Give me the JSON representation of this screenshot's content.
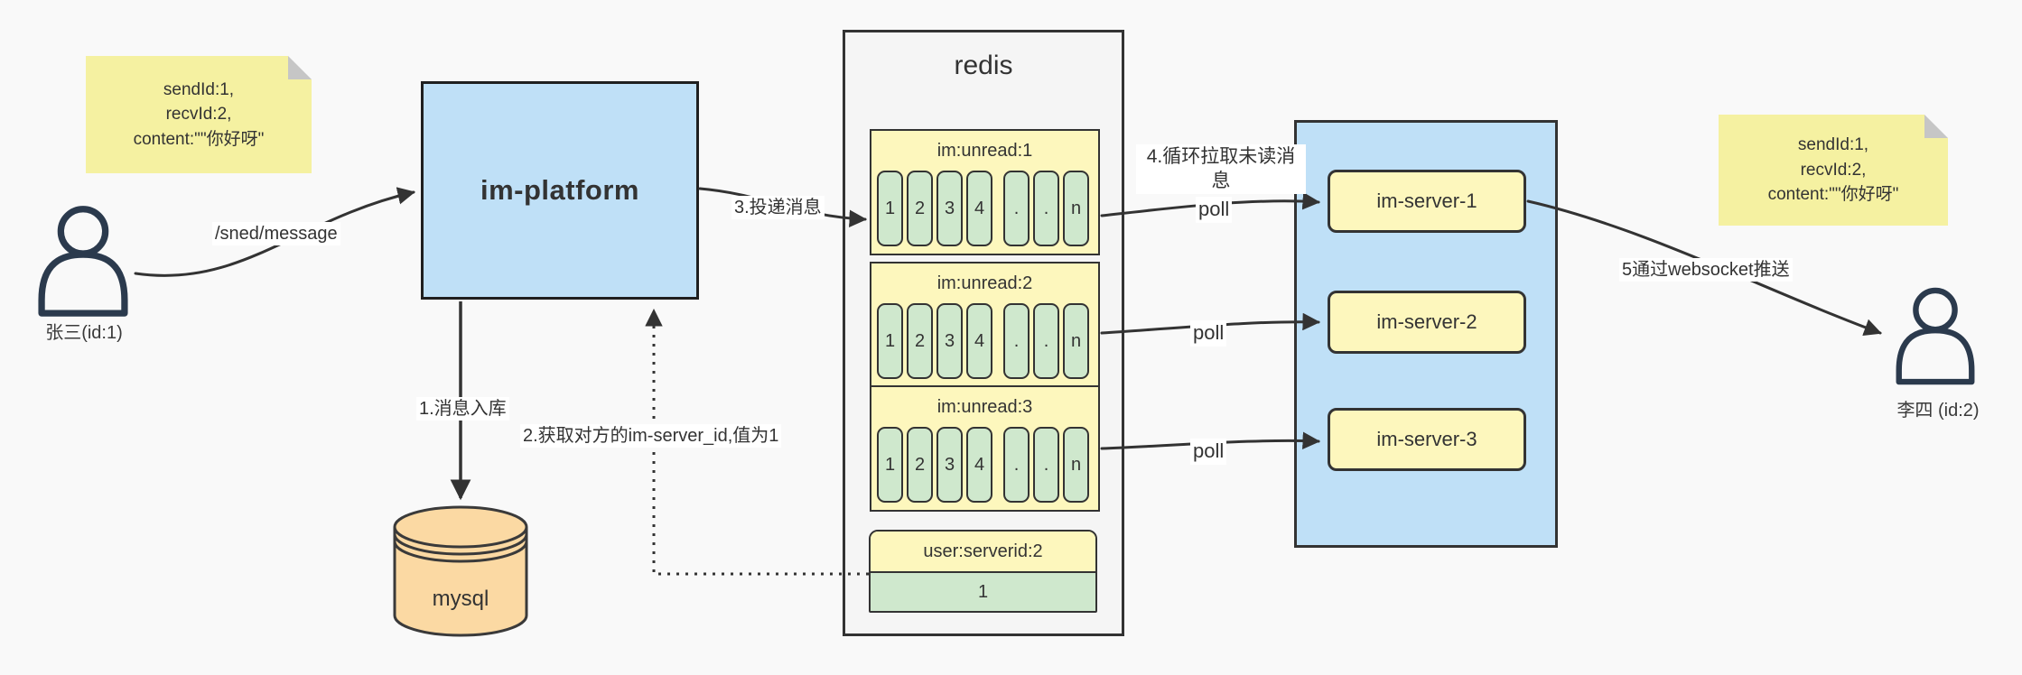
{
  "notes": {
    "left": {
      "lines": [
        "sendId:1,",
        "recvId:2,",
        "content:\"\"你好呀\""
      ]
    },
    "right": {
      "lines": [
        "sendId:1,",
        "recvId:2,",
        "content:\"\"你好呀\""
      ]
    }
  },
  "actors": {
    "sender": {
      "label": "张三(id:1)"
    },
    "receiver": {
      "label": "李四 (id:2)"
    }
  },
  "platform": {
    "label": "im-platform"
  },
  "database": {
    "label": "mysql"
  },
  "redis": {
    "title": "redis",
    "queues": [
      {
        "name": "im:unread:1",
        "cells": [
          "1",
          "2",
          "3",
          "4",
          ".",
          ".",
          "n"
        ]
      },
      {
        "name": "im:unread:2",
        "cells": [
          "1",
          "2",
          "3",
          "4",
          ".",
          ".",
          "n"
        ]
      },
      {
        "name": "im:unread:3",
        "cells": [
          "1",
          "2",
          "3",
          "4",
          ".",
          ".",
          "n"
        ]
      }
    ],
    "mapping": {
      "key": "user:serverid:2",
      "value": "1"
    }
  },
  "servers": [
    {
      "label": "im-server-1"
    },
    {
      "label": "im-server-2"
    },
    {
      "label": "im-server-3"
    }
  ],
  "edges": {
    "send": "/sned/message",
    "step1": "1.消息入库",
    "step2": "2.获取对方的im-server_id,值为1",
    "step3": "3.投递消息",
    "step4": "4.循环拉取未读消息",
    "step5": "5通过websocket推送",
    "poll1": "poll",
    "poll2": "poll",
    "poll3": "poll"
  },
  "colors": {
    "canvas_bg": "#f9f9f9",
    "note_yellow": "#f5f1a1",
    "box_blue": "#bfe0f7",
    "box_yellow": "#fdf7bd",
    "cell_green": "#cfe8cd",
    "db_orange": "#fbd9a3",
    "redis_bg": "#f5f5f5",
    "line_dark": "#333333",
    "person_navy": "#2b3a4d"
  }
}
